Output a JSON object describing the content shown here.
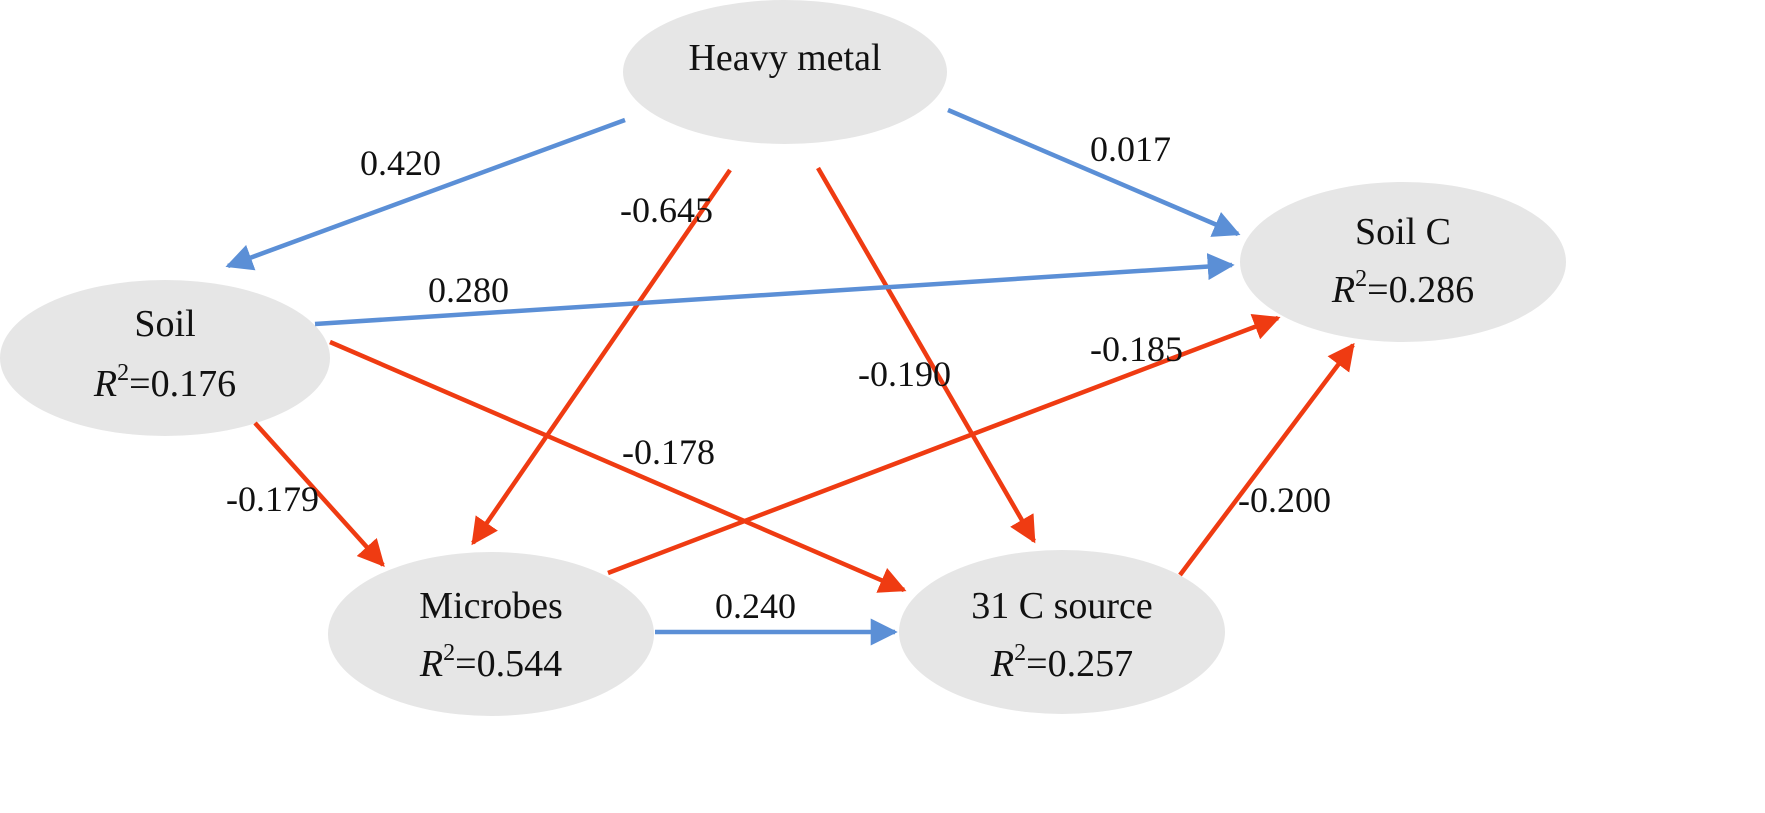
{
  "colors": {
    "positive": "#5b8fd6",
    "negative": "#ef3b12",
    "node_fill": "#e6e6e6"
  },
  "nodes": {
    "heavy_metal": {
      "label": "Heavy metal",
      "r2_symbol": "",
      "r2_value": ""
    },
    "soil": {
      "label": "Soil",
      "r2_symbol": "R",
      "r2_value": "=0.176"
    },
    "soil_c": {
      "label": "Soil C",
      "r2_symbol": "R",
      "r2_value": "=0.286"
    },
    "microbes": {
      "label": "Microbes",
      "r2_symbol": "R",
      "r2_value": "=0.544"
    },
    "c_source": {
      "label": "31 C source",
      "r2_symbol": "R",
      "r2_value": "=0.257"
    }
  },
  "r2_superscript": "2",
  "edges": [
    {
      "id": "hm-soil",
      "from": "heavy_metal",
      "to": "soil",
      "coefficient": "0.420",
      "sign": "positive"
    },
    {
      "id": "hm-soilc",
      "from": "heavy_metal",
      "to": "soil_c",
      "coefficient": "0.017",
      "sign": "positive"
    },
    {
      "id": "hm-microbes",
      "from": "heavy_metal",
      "to": "microbes",
      "coefficient": "-0.645",
      "sign": "negative"
    },
    {
      "id": "hm-csource",
      "from": "heavy_metal",
      "to": "c_source",
      "coefficient": "-0.190",
      "sign": "negative"
    },
    {
      "id": "soil-soilc",
      "from": "soil",
      "to": "soil_c",
      "coefficient": "0.280",
      "sign": "positive"
    },
    {
      "id": "soil-microbes",
      "from": "soil",
      "to": "microbes",
      "coefficient": "-0.179",
      "sign": "negative"
    },
    {
      "id": "soil-csource",
      "from": "soil",
      "to": "c_source",
      "coefficient": "-0.178",
      "sign": "negative"
    },
    {
      "id": "microbes-soilc",
      "from": "microbes",
      "to": "soil_c",
      "coefficient": "-0.185",
      "sign": "negative"
    },
    {
      "id": "microbes-csource",
      "from": "microbes",
      "to": "c_source",
      "coefficient": "0.240",
      "sign": "positive"
    },
    {
      "id": "csource-soilc",
      "from": "c_source",
      "to": "soil_c",
      "coefficient": "-0.200",
      "sign": "negative"
    }
  ]
}
